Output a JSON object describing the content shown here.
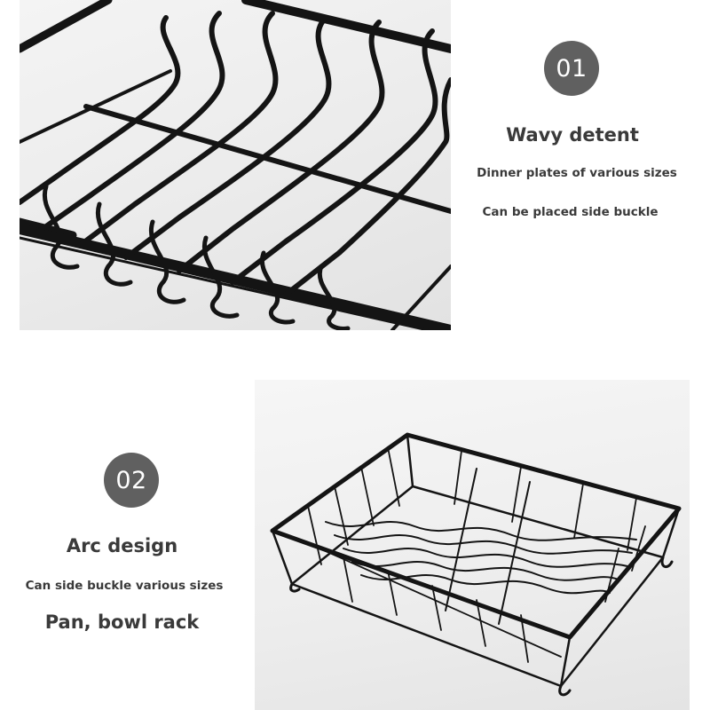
{
  "section1": {
    "number": "01",
    "title": "Wavy detent",
    "lines": [
      "Dinner plates of various sizes",
      "Can be placed side buckle"
    ]
  },
  "section2": {
    "number": "02",
    "title": "Arc design",
    "lines": [
      "Can side buckle various sizes",
      "Pan, bowl rack"
    ]
  },
  "colors": {
    "badge": "#606060",
    "text": "#3a3a3a",
    "rack": "#141414"
  }
}
